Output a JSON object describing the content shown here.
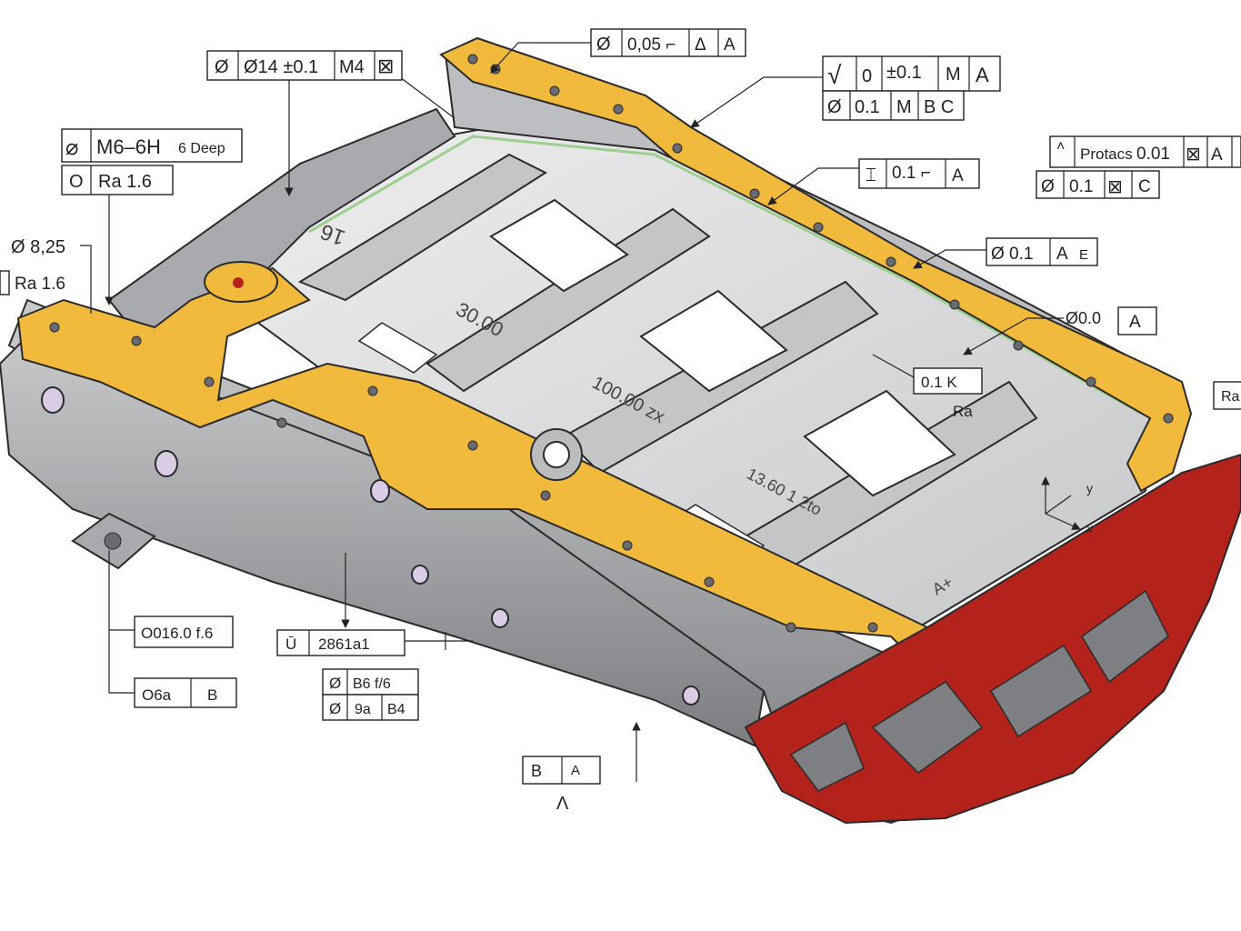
{
  "callouts": {
    "c1": [
      "Ø",
      "Ø14 ±0.1",
      "M4",
      "⊠"
    ],
    "c2": [
      "Ø",
      "0,05 ⌐",
      "Δ",
      "A"
    ],
    "c3": [
      "√",
      "0",
      "±0.1",
      "M",
      "A"
    ],
    "c3b": [
      "Ø",
      "0.1",
      "M",
      "B C"
    ],
    "c4": [
      "⌀",
      "M6–6H",
      "6 Deep"
    ],
    "c5": [
      "O",
      "Ra 1.6"
    ],
    "c6": [
      "Ø 8,25"
    ],
    "c7": [
      "Ra 1.6"
    ],
    "c8": [
      "⌶",
      "0.1 ⌐",
      "A"
    ],
    "c9": [
      "˄",
      "Protacs",
      "0.01",
      "⊠",
      "A"
    ],
    "c9b": [
      "Ø",
      "0.1",
      "⊠",
      "C"
    ],
    "c10": [
      "Ø",
      "0.1",
      "A",
      "E"
    ],
    "c11": [
      "Ø0.0",
      "A"
    ],
    "c12": [
      "0.1 K"
    ],
    "c13": [
      "Ra"
    ],
    "c14": [
      "Ra"
    ],
    "c15": [
      "O016.0 f.6"
    ],
    "c16": [
      "O6a",
      "B"
    ],
    "c17": [
      "Ū",
      "2861a1"
    ],
    "c18": [
      "Ø",
      "B6 f/6"
    ],
    "c18b": [
      "Ø",
      "9a",
      "B4"
    ],
    "c19": [
      "B",
      "Λ",
      "A"
    ]
  },
  "engravings": {
    "e1": "30.00",
    "e2": "100.00 zx",
    "e3": "13.60 1 2to",
    "e4": "16",
    "e5": "A+"
  },
  "axes": {
    "x": "x",
    "y": "y"
  },
  "colors": {
    "body": "#b9babc",
    "flange": "#f2ba3c",
    "end_face": "#b3231c",
    "outline": "#2a2a2a",
    "seal_edge": "#9fcf8e"
  }
}
